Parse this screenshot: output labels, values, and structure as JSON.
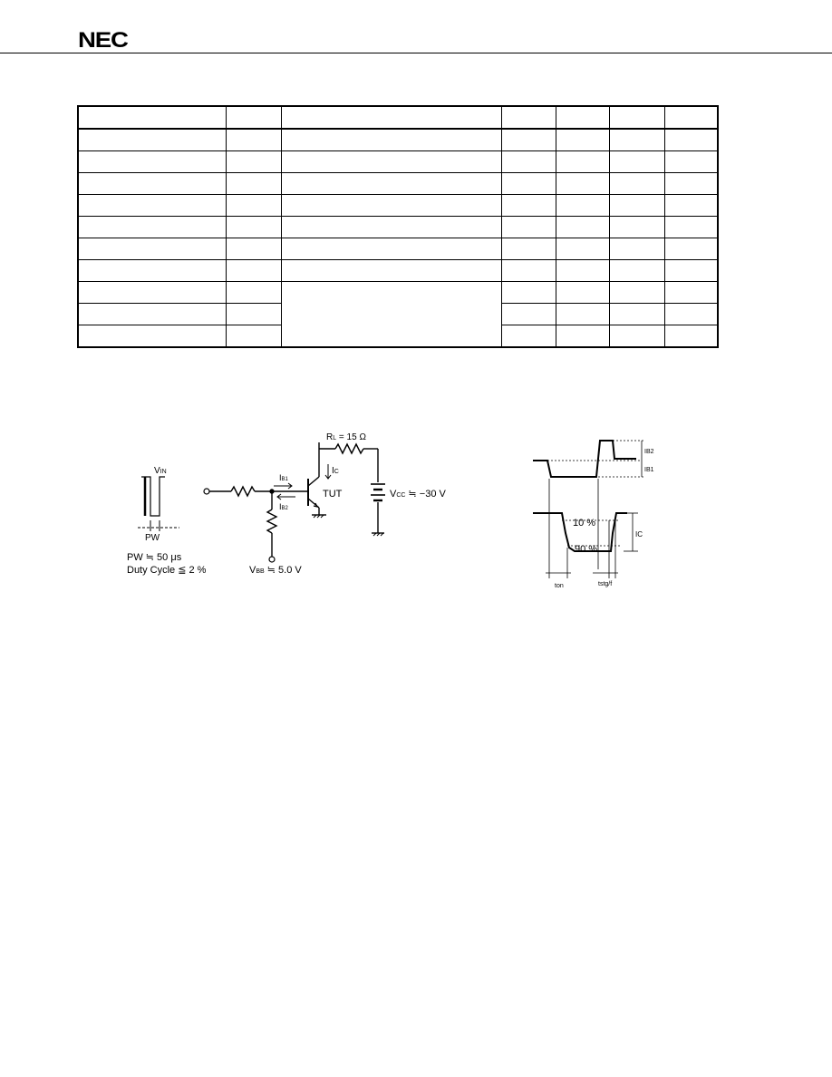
{
  "header": {
    "logo_text": "NEC"
  },
  "circuit": {
    "input_pulse_label": "V",
    "input_pulse_sub": "IN",
    "pw_label": "PW",
    "pw_note": "PW ≒ 50 μs",
    "duty_note": "Duty Cycle ≦ 2 %",
    "rl_label": "R",
    "rl_sub": "L",
    "rl_value": " = 15 Ω",
    "ic_label": "I",
    "ic_sub": "C",
    "ib1_label": "I",
    "ib1_sub": "B1",
    "ib2_label": "I",
    "ib2_sub": "B2",
    "tut_label": "TUT",
    "vcc_label": "V",
    "vcc_sub": "CC",
    "vcc_value": " ≒ −30 V",
    "vbb_label": "V",
    "vbb_sub": "BB",
    "vbb_value": " ≒ 5.0 V"
  },
  "waveform": {
    "ib2_label": "IB2",
    "ib1_label": "IB1",
    "p10_label": "10 %",
    "p90_label": "90 %",
    "ic_label": "IC",
    "ton_label": "ton",
    "tstg_label": "tstg/f"
  }
}
